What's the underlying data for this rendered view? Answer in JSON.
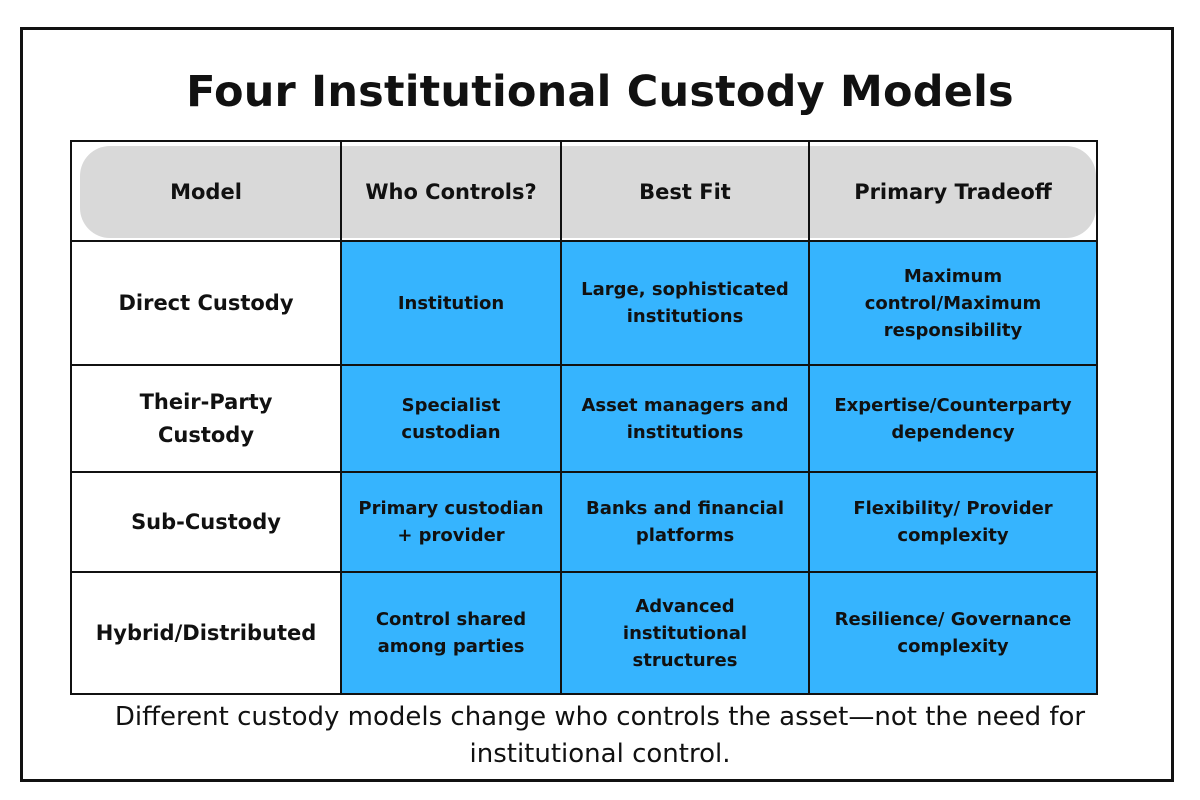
{
  "title": "Four Institutional Custody Models",
  "table": {
    "headers": [
      "Model",
      "Who Controls?",
      "Best Fit",
      "Primary Tradeoff"
    ],
    "rows": [
      {
        "model": "Direct Custody",
        "who_controls": "Institution",
        "best_fit": "Large, sophisticated institutions",
        "tradeoff": "Maximum control/Maximum responsibility"
      },
      {
        "model": "Their-Party Custody",
        "who_controls": "Specialist custodian",
        "best_fit": "Asset managers and institutions",
        "tradeoff": "Expertise/Counterparty dependency"
      },
      {
        "model": "Sub-Custody",
        "who_controls": "Primary custodian + provider",
        "best_fit": "Banks and financial platforms",
        "tradeoff": "Flexibility/ Provider complexity"
      },
      {
        "model": "Hybrid/Distributed",
        "who_controls": "Control shared among parties",
        "best_fit": "Advanced institutional structures",
        "tradeoff": "Resilience/ Governance complexity"
      }
    ]
  },
  "caption": "Different custody models change who controls the asset—not the need for institutional control.",
  "colors": {
    "header_fill": "#d9d9d9",
    "cell_fill": "#36b4fe",
    "border": "#111111",
    "text": "#111111"
  }
}
